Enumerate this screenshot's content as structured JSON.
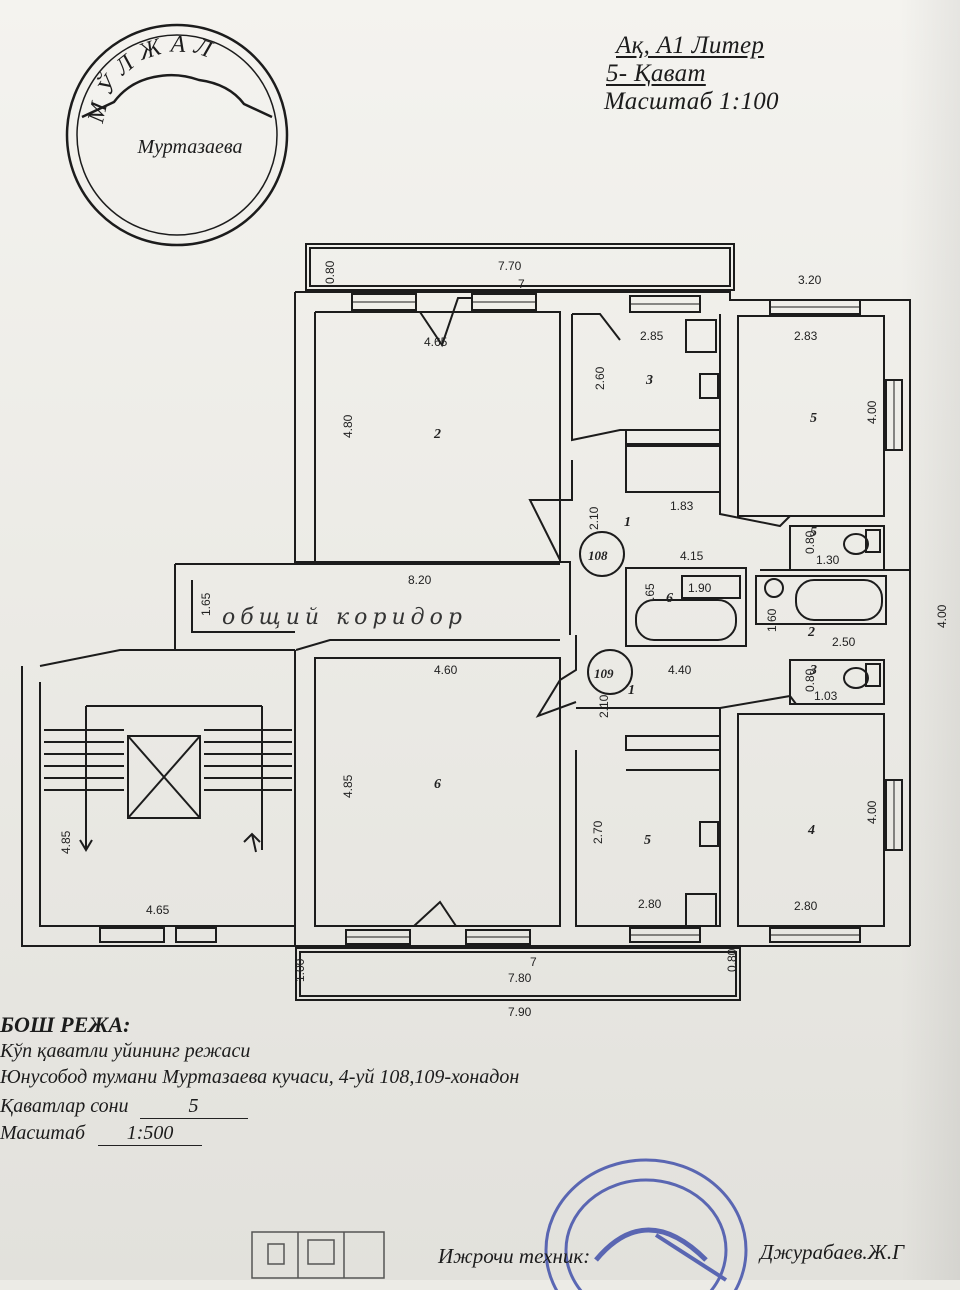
{
  "header": {
    "liter": "Ақ, А1 Литер",
    "floor": "5-  Қават",
    "scale": "Масштаб 1:100"
  },
  "seal": {
    "text": "МЎЛЖАЛ",
    "name": "Муртазаева"
  },
  "plan": {
    "corridor_label": "общий коридор",
    "apartments": [
      "108",
      "109"
    ],
    "dims": {
      "top_balcony_depth": "0.80",
      "top_balcony_len": "7.70",
      "top_7": "7",
      "right_top": "3.20",
      "room2_w": "4.65",
      "room2_h": "4.80",
      "kitchen_top_w": "2.85",
      "kitchen_top_h": "2.60",
      "room5_w": "2.83",
      "room5_h": "4.00",
      "hall_top_h": "2.10",
      "closet_top_w": "1.83",
      "wc_top_h": "0.80",
      "wc_top_w": "1.30",
      "hall_top_w": "4.15",
      "corridor_w": "8.20",
      "corridor_h": "1.65",
      "bath_a_w": "1.90",
      "bath_a_h": ".65",
      "bath_b_h": "1.60",
      "bath_b_w": "2.50",
      "right_total": "4.00",
      "room6_w": "4.60",
      "room6_h": "4.85",
      "hall_bot_w": "4.40",
      "hall_bot_h": "2.10",
      "wc_bot_h": "0.80",
      "wc_bot_w": "1.03",
      "kitchen_bot_h": "2.70",
      "kitchen_bot_w": "2.80",
      "room4_w": "2.80",
      "room4_h": "4.00",
      "stair_h": "4.85",
      "stair_w": "4.65",
      "bottom_7": "7",
      "bottom_balcony_depth_left": "1.00",
      "bottom_balcony_len": "7.80",
      "bottom_balcony_depth_right": "0.80",
      "bottom_total": "7.90"
    },
    "rooms": {
      "r2": "2",
      "r3": "3",
      "r5": "5",
      "r1a": "1",
      "r5wc": "5",
      "r6bath": "6",
      "r2bath": "2",
      "r3wc": "3",
      "r1b": "1",
      "r6": "6",
      "r5k": "5",
      "r4": "4"
    }
  },
  "footer": {
    "title": "БОШ РЕЖА:",
    "line1": "Кўп қаватли уйининг режаси",
    "line2": "Юнусобод тумани Муртазаева кучаси, 4-уй 108,109-хонадон",
    "floors_label": "Қаватлар сони",
    "floors_value": "5",
    "scale_label": "Масштаб",
    "scale_value": "1:500",
    "executor_label": "Ижрочи техник:",
    "executor_name": "Джурабаев.Ж.Г"
  },
  "colors": {
    "ink": "#1c1c1c",
    "stamp": "#3848a8",
    "paper": "#ecebe6"
  }
}
